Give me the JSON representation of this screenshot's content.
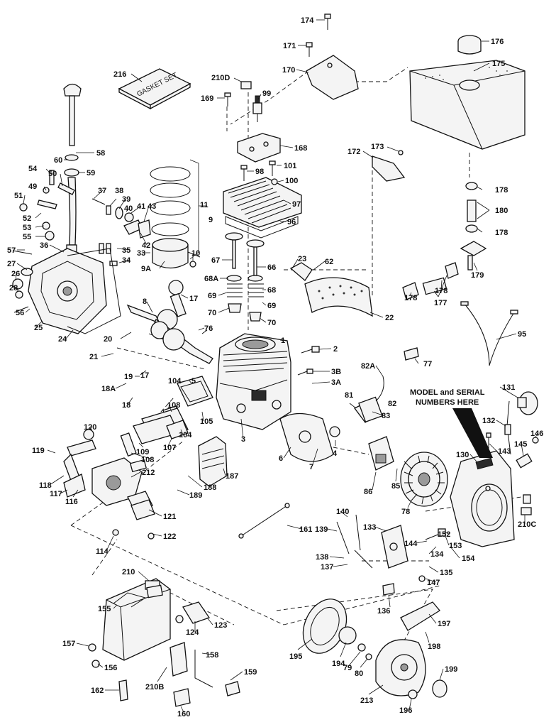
{
  "callouts": [
    "174",
    "171",
    "170",
    "176",
    "175",
    "216",
    "210D",
    "99",
    "169",
    "168",
    "172",
    "173",
    "58",
    "60",
    "59",
    "101",
    "98",
    "100",
    "54",
    "50",
    "49",
    "51",
    "52",
    "53",
    "55",
    "37",
    "38",
    "39",
    "40",
    "41",
    "43",
    "11",
    "9",
    "97",
    "178",
    "180",
    "178",
    "96",
    "42",
    "35",
    "33",
    "34",
    "57",
    "27",
    "26",
    "28",
    "56",
    "25",
    "24",
    "36",
    "10",
    "9A",
    "67",
    "66",
    "68A",
    "68",
    "69",
    "70",
    "69",
    "70",
    "17",
    "8",
    "23",
    "62",
    "179",
    "178",
    "177",
    "178",
    "95",
    "22",
    "20",
    "76",
    "21",
    "19",
    "18A",
    "18",
    "17",
    "1",
    "2",
    "3B",
    "3A",
    "82A",
    "104",
    "5",
    "77",
    "108",
    "104",
    "105",
    "3",
    "82",
    "81",
    "83",
    "120",
    "107",
    "119",
    "109",
    "108",
    "6",
    "4",
    "7",
    "187",
    "118",
    "117",
    "116",
    "212",
    "188",
    "189",
    "86",
    "85",
    "78",
    "121",
    "122",
    "114",
    "161",
    "140",
    "139",
    "138",
    "137",
    "133",
    "144",
    "134",
    "135",
    "147",
    "152",
    "153",
    "154",
    "136",
    "131",
    "132",
    "143",
    "130",
    "145",
    "146",
    "210C",
    "210",
    "155",
    "124",
    "123",
    "157",
    "156",
    "162",
    "158",
    "159",
    "210B",
    "160",
    "195",
    "194",
    "79",
    "80",
    "213",
    "197",
    "198",
    "199",
    "196"
  ],
  "notes": {
    "serial_line1": "MODEL and SERIAL",
    "serial_line2": "NUMBERS HERE",
    "gasket_set": "GASKET SET"
  }
}
